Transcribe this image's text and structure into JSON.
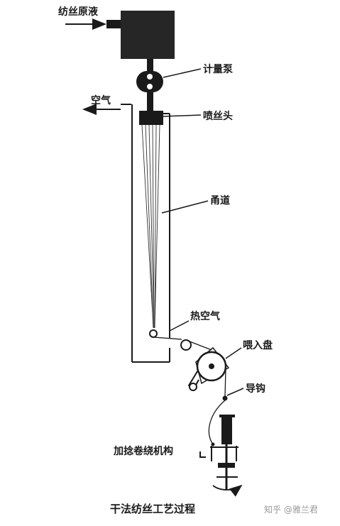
{
  "labels": {
    "spinning_dope": "纺丝原液",
    "metering_pump": "计量泵",
    "air_out": "空气",
    "spinneret": "喷丝头",
    "shaft": "甬道",
    "hot_air": "热空气",
    "feed_roller": "喂入盘",
    "guide_hook": "导钩",
    "twist_winding": "加捻卷绕机构"
  },
  "caption": "干法纺丝工艺过程",
  "watermark": "知乎 @雅兰君",
  "colors": {
    "ink": "#1a1a1a",
    "watermark": "#9a9a9a"
  }
}
